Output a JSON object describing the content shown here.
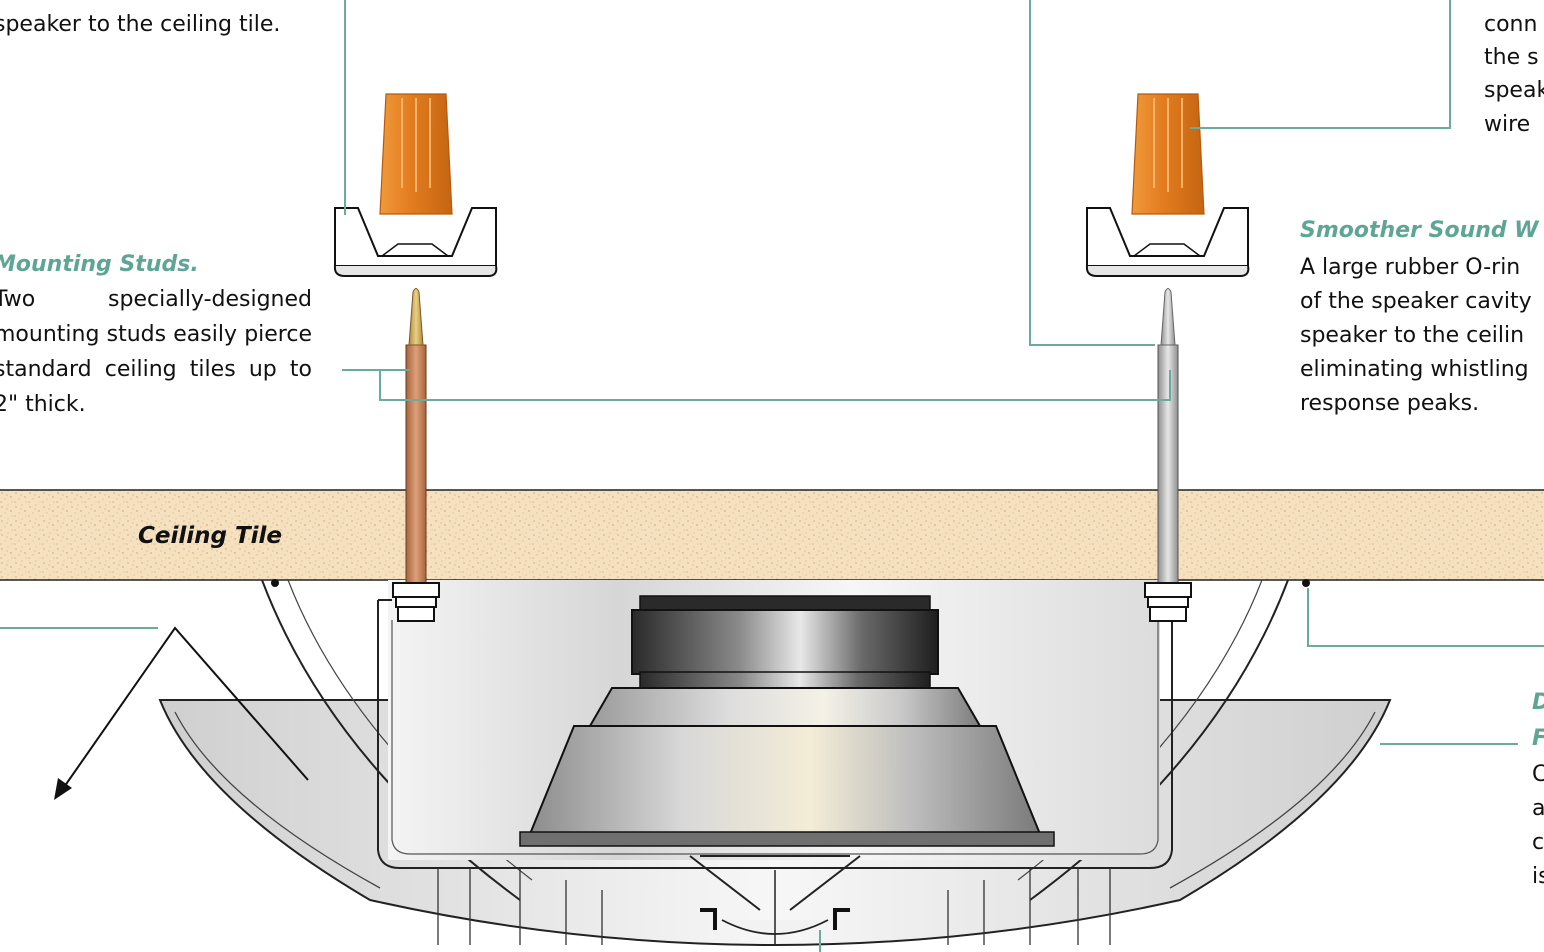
{
  "callouts": {
    "top_left_tail": "speaker to the ceiling tile.",
    "mounting_studs": {
      "heading": "Mounting Studs.",
      "lines": [
        "Two specially-designed",
        "mounting studs easily pierce",
        "standard ceiling tiles up to",
        "2\" thick."
      ]
    },
    "top_right_lines": [
      "conn",
      "the s",
      "speak",
      "wire"
    ],
    "smoother_sound": {
      "heading": "Smoother Sound W",
      "lines": [
        "A large rubber O-rin",
        "of the speaker cavity",
        "speaker to the ceilin",
        "eliminating whistling",
        "response peaks."
      ]
    },
    "bottom_right": {
      "heading_lines": [
        "D",
        "F"
      ],
      "lines": [
        "C",
        "a",
        "c",
        "is"
      ]
    }
  },
  "ceiling_tile_label": "Ceiling Tile",
  "colors": {
    "leader_line": "#6aab9c",
    "heading_accent": "#5fa596",
    "wire_nut": "#e8862a",
    "ceiling_tile": "#f3dcb8",
    "stud_copper": "#c98a5e",
    "stud_silver": "#b9b9b9"
  }
}
